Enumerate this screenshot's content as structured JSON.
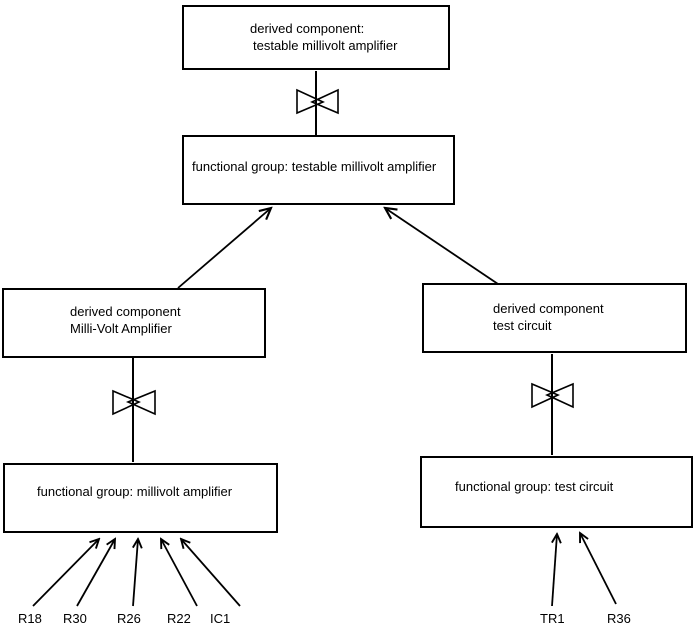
{
  "diagram": {
    "colors": {
      "background": "#ffffff",
      "line": "#000000",
      "text": "#000000"
    },
    "nodes": {
      "derived_testable": {
        "line1": "derived component:",
        "line2": "testable millivolt amplifier"
      },
      "functional_testable": {
        "label": "functional group: testable millivolt amplifier"
      },
      "derived_millivolt": {
        "line1": "derived component",
        "line2": "Milli-Volt Amplifier"
      },
      "derived_test": {
        "line1": "derived component",
        "line2": "test circuit"
      },
      "functional_millivolt": {
        "label": "functional group: millivolt amplifier"
      },
      "functional_test": {
        "label": "functional group: test circuit"
      }
    },
    "leaf_components": {
      "millivolt_amplifier": [
        "R18",
        "R30",
        "R26",
        "R22",
        "IC1"
      ],
      "test_circuit": [
        "TR1",
        "R36"
      ]
    }
  }
}
